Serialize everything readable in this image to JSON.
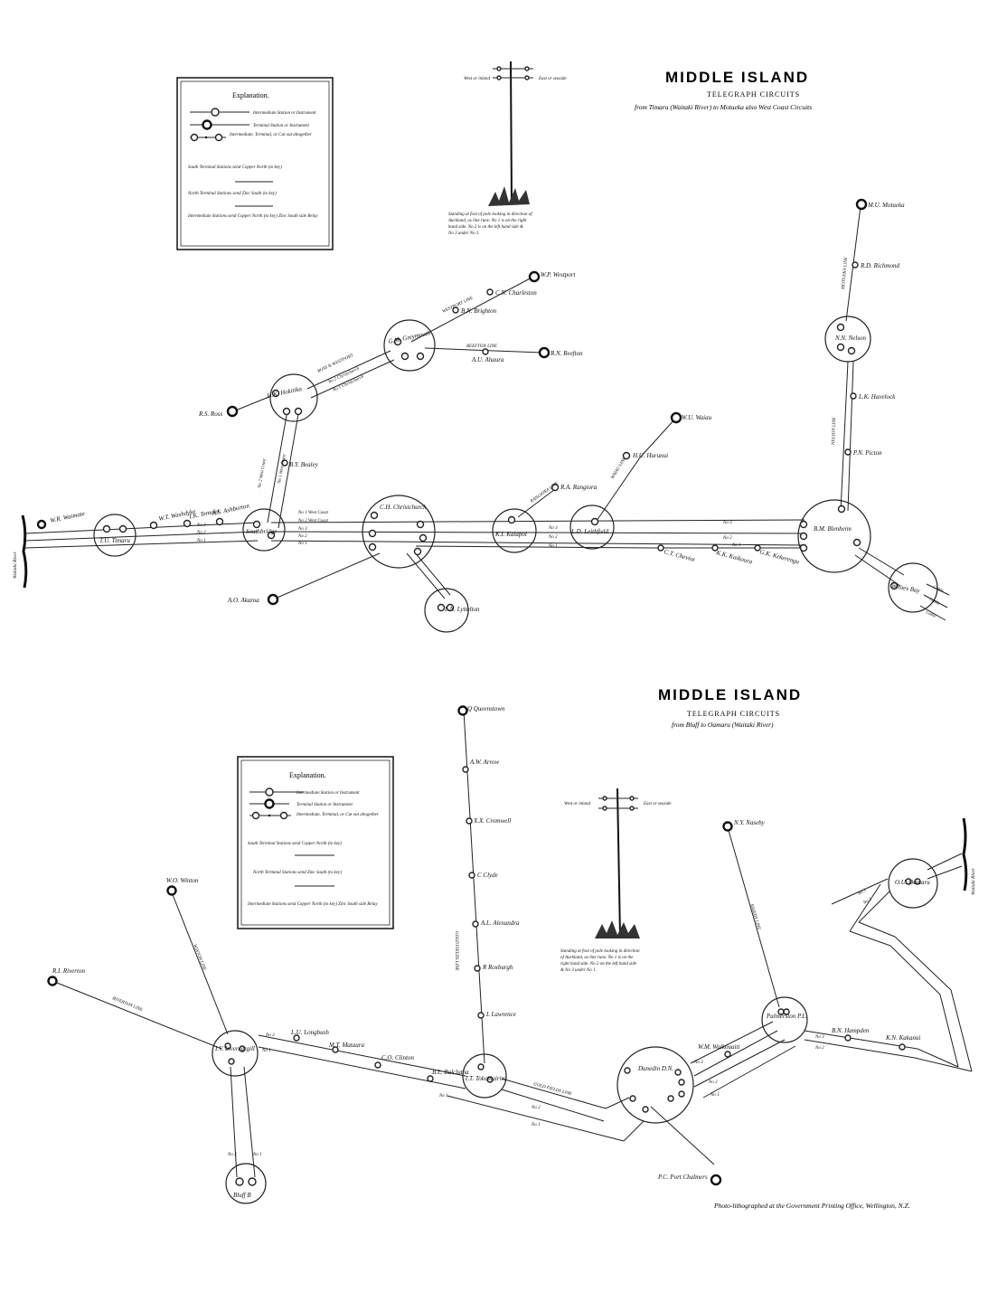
{
  "map1": {
    "title": "MIDDLE ISLAND",
    "subtitle": "TELEGRAPH CIRCUITS",
    "description": "from Timaru (Waitaki River) to Motueka also West Coast Circuits",
    "pole_left": "West or inland",
    "pole_right": "East or seaside",
    "pole_note_1": "Standing at foot of pole looking in direction of",
    "pole_note_2": "Auckland, as line runs: No 1 is on the right",
    "pole_note_3": "hand side. No 2 is on the left hand side &",
    "pole_note_4": "No 3 under No 1.",
    "explanation": {
      "heading": "Explanation.",
      "items": [
        "Intermediate Station or Instrument",
        "Terminal Station or Instrument",
        "Intermediate, Terminal, or Cut out altogether",
        "South Terminal Stations send Copper North (to key)",
        "North Terminal Stations send Zinc South (to key)",
        "Intermediate Stations send Copper North (to key) Zinc South side Relay"
      ]
    },
    "river": "Waitaki River",
    "stations": {
      "wr": "W.R. Waimate",
      "tu": "T.U. Timaru",
      "wt": "W.T. Washdyke",
      "tk": "T.K. Temuka",
      "as": "A.S. Ashburton",
      "sw": "Southbridge",
      "ch": "C.H. Christchurch",
      "ki": "K.I. Kaiapoi",
      "ld": "L.D. Leithfield",
      "bm": "B.M. Blenheim",
      "wb": "Whites Bay",
      "ao": "A.O. Akaroa",
      "ln": "L.N. Lyttelton",
      "ra": "R.A. Rangiora",
      "hu": "H.U. Hurunui",
      "wu": "W.U. Waiau",
      "ct": "C.T. Cheviot",
      "kk": "K.K. Kaikoura",
      "gk": "G.K. Kekerengu",
      "hk": "H.K. Hokitika",
      "gm": "G.M. Greymouth",
      "rs": "R.S. Ross",
      "by": "B.Y. Bealey",
      "cn": "C.N. Charleston",
      "bn": "B.N. Brighton",
      "wp": "W.P. Westport",
      "au": "A.U. Ahaura",
      "rn": "R.N. Reefton",
      "mu": "M.U. Motueka",
      "rd": "R.D. Richmond",
      "nn": "N.N. Nelson",
      "lk": "L.K. Havelock",
      "pn": "P.N. Picton"
    },
    "lines": {
      "westport": "WESTPORT LINE",
      "ross": "ROSS & WESTPORT",
      "reefton": "REEFTON LINE",
      "motueka": "MOTUEKA LINE",
      "nelson": "NELSON LINE",
      "waiau": "WAIAU LINE",
      "rangiora": "RANGIORA LINE",
      "no1": "No 1",
      "no2": "No 2",
      "no3": "No 3",
      "no1_west": "No 1 West Coast",
      "no2_west": "No 2 West Coast",
      "no1_cc": "No 1 Christchurch",
      "no2_cc": "No 2 Christchurch",
      "cable": "Cable"
    }
  },
  "map2": {
    "title": "MIDDLE ISLAND",
    "subtitle": "TELEGRAPH CIRCUITS",
    "description": "from Bluff to Oamaru (Waitaki River)",
    "pole_left": "West or inland",
    "pole_right": "East or seaside",
    "pole_note_1": "Standing at foot of pole looking in direction",
    "pole_note_2": "of Auckland, as line runs: No 1 is on the",
    "pole_note_3": "right hand side. No 2 on the left hand side",
    "pole_note_4": "& No 3 under No 1.",
    "explanation": {
      "heading": "Explanation.",
      "items": [
        "Intermediate Station or Instrument",
        "Terminal Station or Instrument",
        "Intermediate, Terminal, or Cut out altogether",
        "South Terminal Stations send Copper North (to key)",
        "North Terminal Stations send Zinc South (to key)",
        "Intermediate Stations send Copper North (to key) Zinc South side Relay"
      ]
    },
    "river": "Waitaki River",
    "stations": {
      "q": "Q Queenstown",
      "aw": "A.W. Arrow",
      "xx": "X.X. Cromwell",
      "c": "C Clyde",
      "al": "A.L. Alexandra",
      "r": "R Roxburgh",
      "l": "L Lawrence",
      "tt": "T.T. Tokomairiro",
      "wo": "W.O. Winton",
      "ri": "R.I. Riverton",
      "iv": "I.V. Invercargill",
      "b": "Bluff B",
      "lu": "L.U. Longbush",
      "mt": "M.T. Mataura",
      "co": "C.O. Clinton",
      "bl": "B.L. Balclutha",
      "dn": "Dunedin D.N.",
      "pc": "P.C. Port Chalmers",
      "wm": "W.M. Waikouaiti",
      "pl": "Palmerston P.L.",
      "bn": "B.N. Hampden",
      "ny": "N.Y. Naseby",
      "kn": "K.N. Kakanui",
      "ou": "O.U. Oamaru"
    },
    "lines": {
      "gold": "GOLD FIELDS LINE",
      "winton": "WINTON LINE",
      "riverton": "RIVERTON LINE",
      "naseby": "NASEBY LINE",
      "no1": "No 1",
      "no2": "No 2",
      "no3": "No 3"
    }
  },
  "credit": "Photo-lithographed at the Government Printing Office, Wellington, N.Z."
}
